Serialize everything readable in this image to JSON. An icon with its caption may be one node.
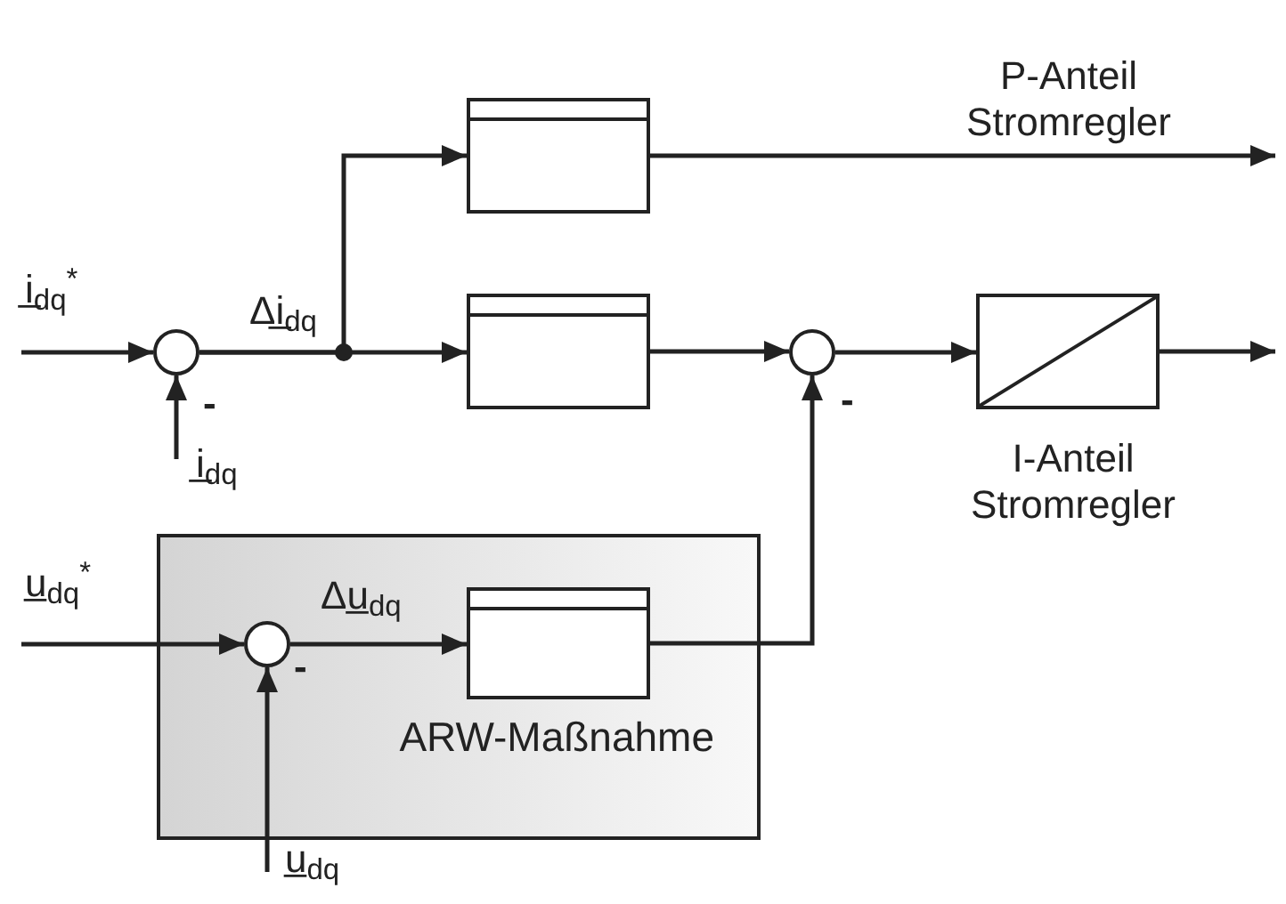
{
  "diagram": {
    "nodes": [
      {
        "text": [],
        "shape": "circle",
        "beside": [
          "-"
        ]
      },
      {
        "text": [],
        "shape": "box"
      },
      {
        "text": [],
        "shape": "box"
      },
      {
        "text": [],
        "shape": "circle",
        "beside": [
          "-"
        ]
      },
      {
        "text": [],
        "shape": "box",
        "beside": [
          "I-Anteil Stromregler"
        ]
      },
      {
        "text": [
          "ARW-Maßnahme"
        ]
      },
      {
        "text": [],
        "shape": "circle",
        "in": 5,
        "beside": [
          "-"
        ]
      },
      {
        "text": [],
        "shape": "box",
        "in": 5
      }
    ],
    "edges": [
      {
        "from": null,
        "to": 0,
        "arrow": "to",
        "label": "i̲$_{dq}$$^{*}$"
      },
      {
        "from": null,
        "to": 0,
        "arrow": "to",
        "label": "i̲$_{dq}$"
      },
      {
        "from": 0,
        "to": 1,
        "arrow": "to"
      },
      {
        "from": 0,
        "to": 2,
        "arrow": "to",
        "label": "Δi̲$_{dq}$"
      },
      {
        "from": 2,
        "to": 3,
        "arrow": "to"
      },
      {
        "from": 3,
        "to": 4,
        "arrow": "to"
      },
      {
        "from": 1,
        "to": null,
        "arrow": "to",
        "label": "P-Anteil Stromregler"
      },
      {
        "from": 4,
        "to": null,
        "arrow": "to"
      },
      {
        "from": null,
        "to": 6,
        "arrow": "to",
        "label": "u̲$_{dq}$$^{*}$"
      },
      {
        "from": null,
        "to": 6,
        "arrow": "to",
        "label": "u̲$_{dq}$"
      },
      {
        "from": 6,
        "to": 7,
        "arrow": "to",
        "label": "Δu̲$_{dq}$"
      },
      {
        "from": 7,
        "to": 3,
        "arrow": "to"
      }
    ]
  }
}
